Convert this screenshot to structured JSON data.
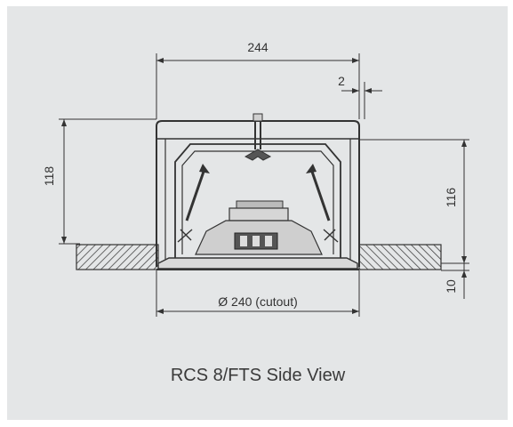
{
  "caption": "RCS 8/FTS Side View",
  "dimensions": {
    "width_top": "244",
    "gap": "2",
    "height_left": "118",
    "height_right": "116",
    "flange": "10",
    "cutout": "Ø 240 (cutout)"
  },
  "colors": {
    "background": "#e4e6e7",
    "line": "#333333",
    "text": "#3a3a3a"
  }
}
